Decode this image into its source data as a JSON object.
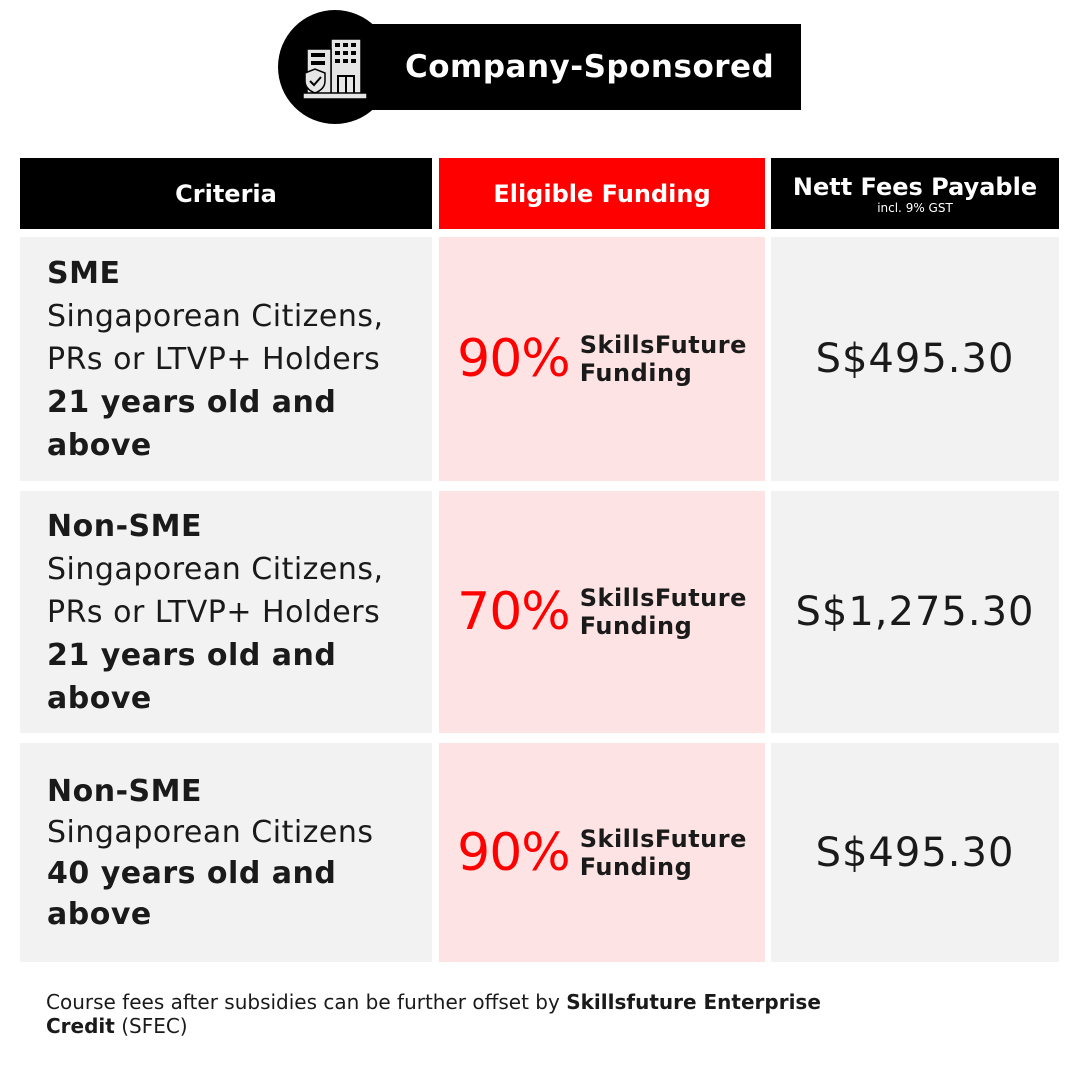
{
  "badge": {
    "title": "Company-Sponsored",
    "icon": "office-building-shield-icon"
  },
  "headers": {
    "criteria": "Criteria",
    "funding": "Eligible Funding",
    "fees": "Nett Fees Payable",
    "fees_note": "incl. 9% GST"
  },
  "rows": [
    {
      "type": "SME",
      "group": "Singaporean Citizens,",
      "group2": "PRs or LTVP+ Holders",
      "age": "21 years old and",
      "age2": "above",
      "pct": "90%",
      "fund_l1": "SkillsFuture",
      "fund_l2": "Funding",
      "fee": "S$495.30"
    },
    {
      "type": "Non-SME",
      "group": "Singaporean Citizens,",
      "group2": "PRs or LTVP+ Holders",
      "age": "21 years old and",
      "age2": "above",
      "pct": "70%",
      "fund_l1": "SkillsFuture",
      "fund_l2": "Funding",
      "fee": "S$1,275.30"
    },
    {
      "type": "Non-SME",
      "group": "Singaporean Citizens",
      "age": "40 years old and",
      "age2": "above",
      "pct": "90%",
      "fund_l1": "SkillsFuture",
      "fund_l2": "Funding",
      "fee": "S$495.30"
    }
  ],
  "footnote": {
    "text": "Course fees after subsidies can be further offset by ",
    "bold": "Skillsfuture Enterprise",
    "line2_bold": "Credit",
    "line2": " (SFEC)"
  },
  "colors": {
    "red": "#ff0000",
    "black": "#000000",
    "pink": "#fde3e3",
    "grey": "#f2f2f2"
  }
}
